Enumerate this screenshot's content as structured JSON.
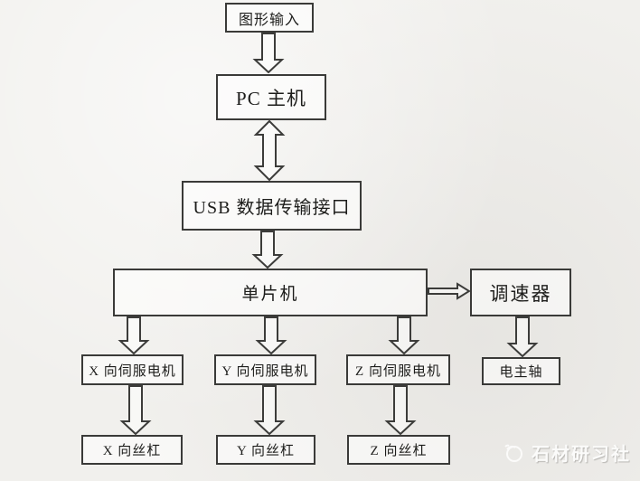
{
  "diagram": {
    "type": "flowchart",
    "description": "CNC engraving machine control system block diagram",
    "nodes": {
      "graphic_input": {
        "label": "图形输入"
      },
      "pc_host": {
        "label": "PC 主机"
      },
      "usb_interface": {
        "label": "USB 数据传输接口"
      },
      "mcu": {
        "label": "单片机"
      },
      "speed_controller": {
        "label": "调速器"
      },
      "x_servo": {
        "label": "X 向伺服电机"
      },
      "y_servo": {
        "label": "Y 向伺服电机"
      },
      "z_servo": {
        "label": "Z 向伺服电机"
      },
      "spindle": {
        "label": "电主轴"
      },
      "x_screw": {
        "label": "X 向丝杠"
      },
      "y_screw": {
        "label": "Y 向丝杠"
      },
      "z_screw": {
        "label": "Z 向丝杠"
      }
    },
    "edges": [
      {
        "from": "图形输入",
        "to": "PC 主机",
        "direction": "down",
        "style": "hollow-arrow"
      },
      {
        "from": "PC 主机",
        "to": "USB 数据传输接口",
        "direction": "both",
        "style": "hollow-double-arrow"
      },
      {
        "from": "USB 数据传输接口",
        "to": "单片机",
        "direction": "down",
        "style": "hollow-arrow"
      },
      {
        "from": "单片机",
        "to": "调速器",
        "direction": "right",
        "style": "hollow-arrow"
      },
      {
        "from": "单片机",
        "to": "X 向伺服电机",
        "direction": "down",
        "style": "hollow-arrow"
      },
      {
        "from": "单片机",
        "to": "Y 向伺服电机",
        "direction": "down",
        "style": "hollow-arrow"
      },
      {
        "from": "单片机",
        "to": "Z 向伺服电机",
        "direction": "down",
        "style": "hollow-arrow"
      },
      {
        "from": "调速器",
        "to": "电主轴",
        "direction": "down",
        "style": "hollow-arrow"
      },
      {
        "from": "X 向伺服电机",
        "to": "X 向丝杠",
        "direction": "down",
        "style": "hollow-arrow"
      },
      {
        "from": "Y 向伺服电机",
        "to": "Y 向丝杠",
        "direction": "down",
        "style": "hollow-arrow"
      },
      {
        "from": "Z 向伺服电机",
        "to": "Z 向丝杠",
        "direction": "down",
        "style": "hollow-arrow"
      }
    ],
    "colors": {
      "background": "#f1f0ed",
      "box_border": "#3a3a38",
      "ink": "#1d1d1b",
      "watermark": "#fdfdfc"
    },
    "watermark": {
      "text": "石材研习社"
    }
  }
}
